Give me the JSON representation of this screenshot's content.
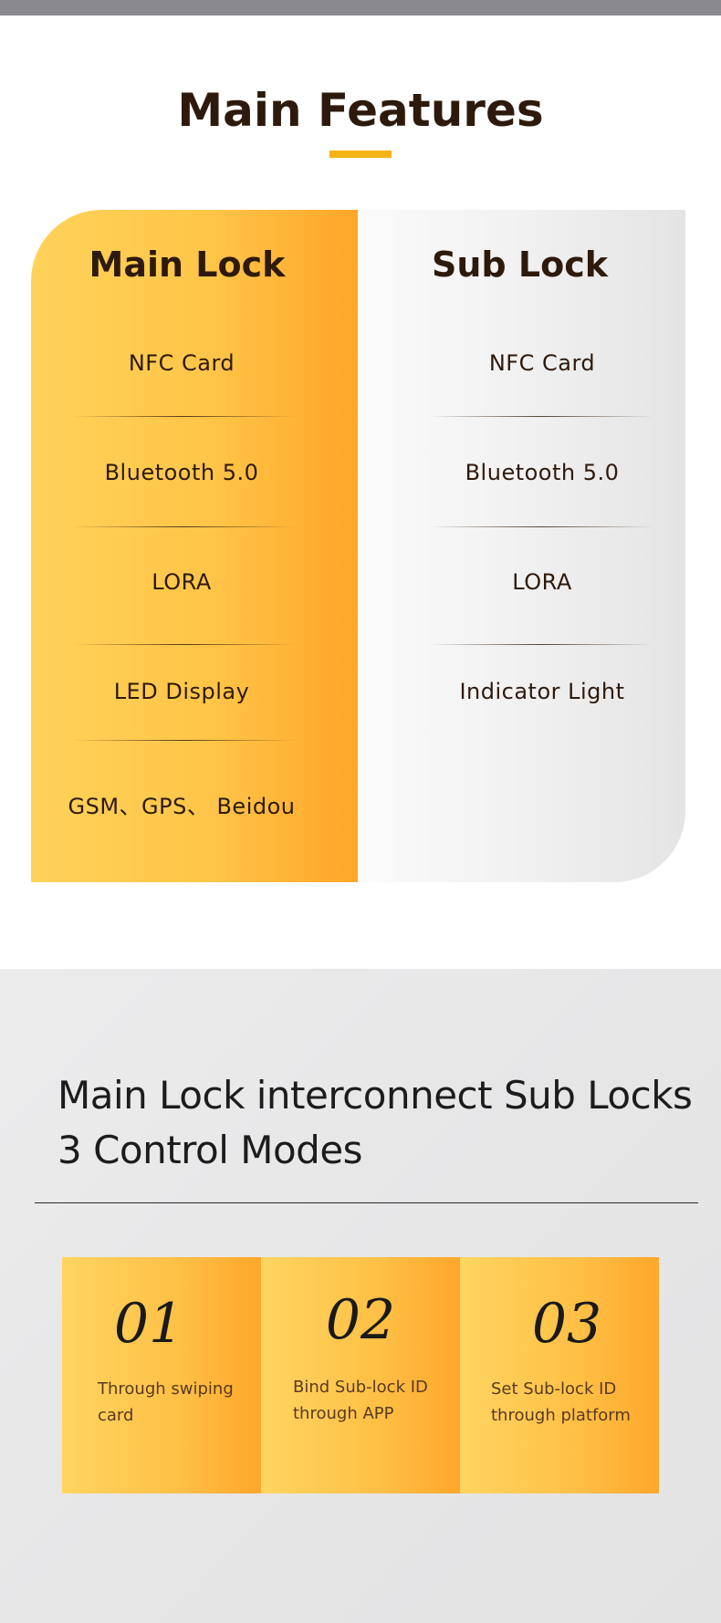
{
  "header": {
    "title": "Main Features"
  },
  "main_lock": {
    "heading": "Main Lock",
    "features": [
      "NFC Card",
      "Bluetooth 5.0",
      "LORA",
      "LED Display",
      "GSM、GPS、 Beidou"
    ]
  },
  "sub_lock": {
    "heading": "Sub Lock",
    "features": [
      "NFC Card",
      "Bluetooth 5.0",
      "LORA",
      "Indicator Light"
    ]
  },
  "control_modes": {
    "title_line1": "Main Lock interconnect Sub Locks",
    "title_line2": "3 Control Modes",
    "modes": [
      {
        "number": "01",
        "text_line1": "Through swiping",
        "text_line2": "card"
      },
      {
        "number": "02",
        "text_line1": "Bind Sub-lock ID",
        "text_line2": "through APP"
      },
      {
        "number": "03",
        "text_line1": "Set Sub-lock ID",
        "text_line2": "through platform"
      }
    ]
  },
  "colors": {
    "accent": "#f5b314",
    "heading_text": "#2e1a0c",
    "gradient_light": "#ffd25a",
    "gradient_dark": "#ffa628"
  }
}
